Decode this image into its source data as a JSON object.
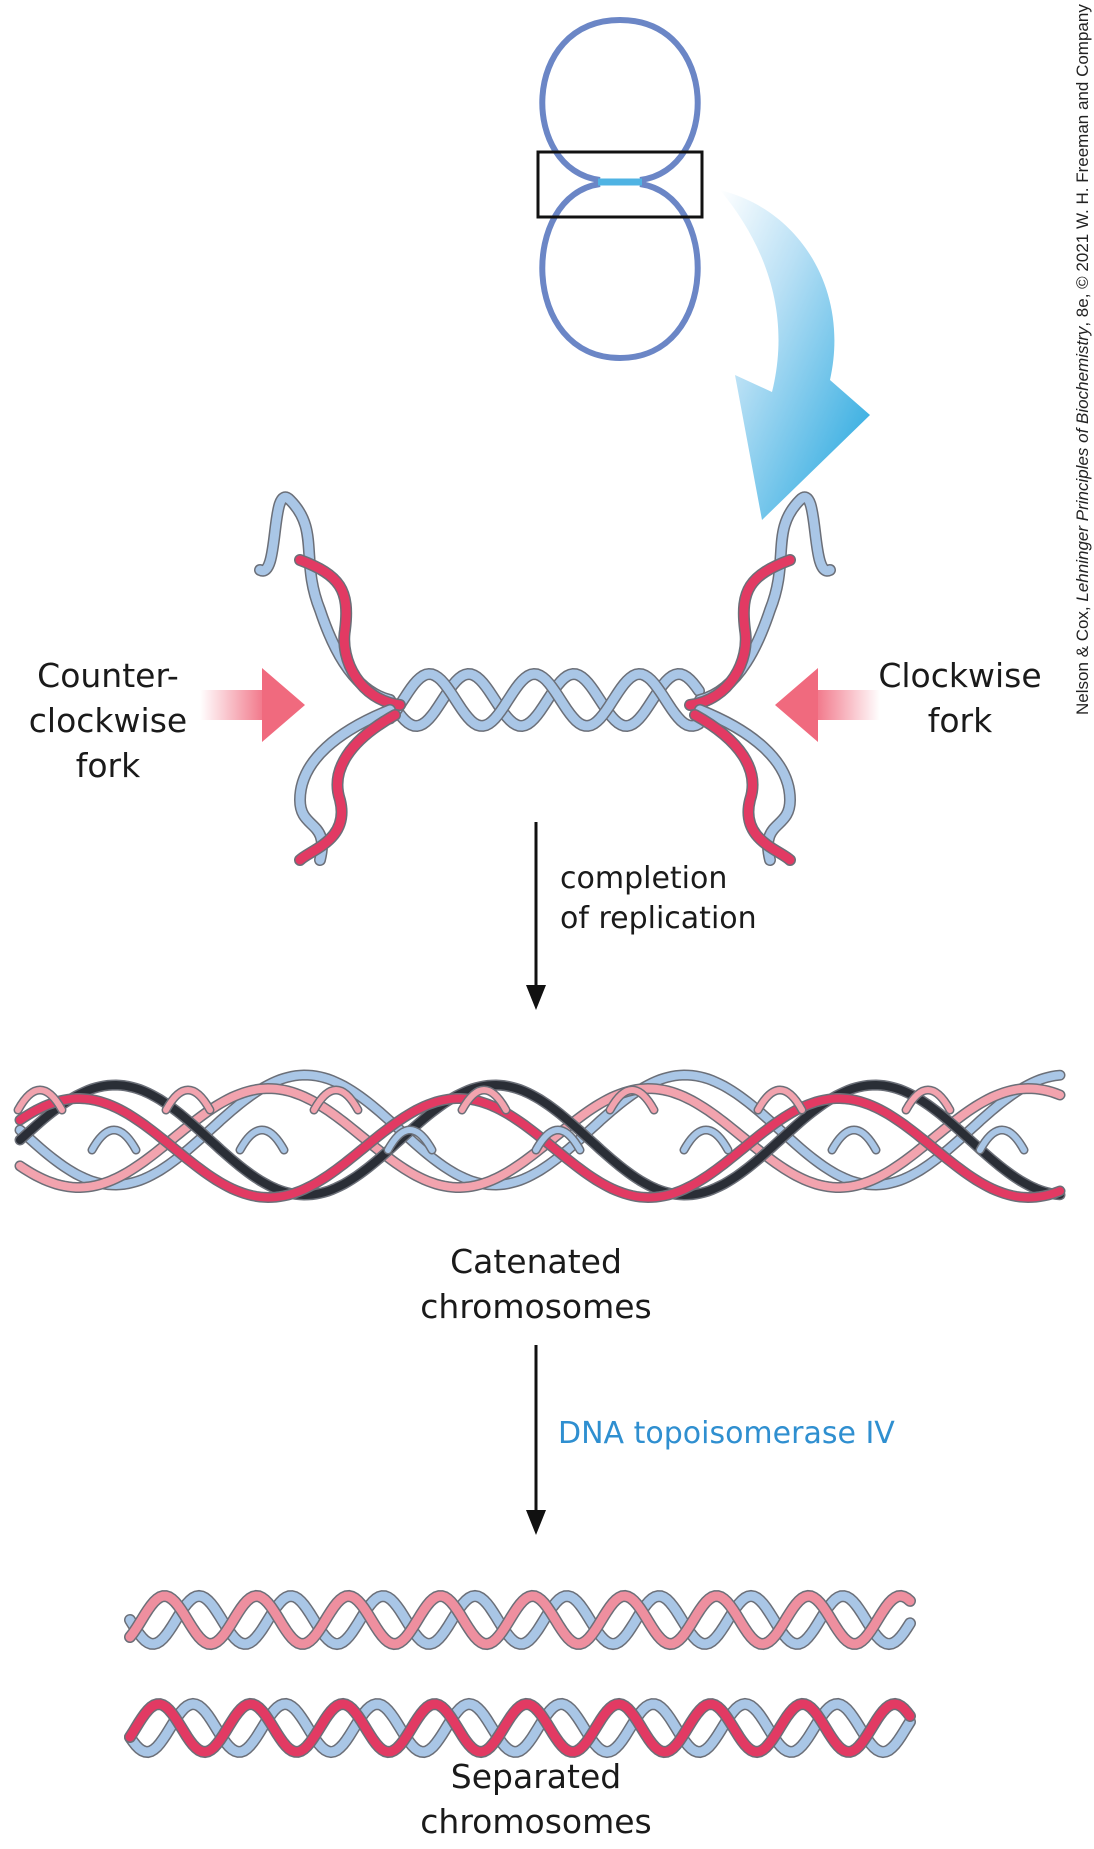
{
  "labels": {
    "counterclockwise_fork": [
      "Counter-",
      "clockwise",
      "fork"
    ],
    "clockwise_fork": [
      "Clockwise",
      "fork"
    ],
    "step1": [
      "completion",
      "of replication"
    ],
    "catenated": [
      "Catenated",
      "chromosomes"
    ],
    "enzyme": "DNA topoisomerase IV",
    "separated": [
      "Separated",
      "chromosomes"
    ]
  },
  "credit": {
    "prefix": "Nelson & Cox, ",
    "book": "Lehninger Principles of Biochemistry",
    "suffix": ", 8e, © 2021 W. H. Freeman and Company"
  },
  "colors": {
    "chromosome_loop": "#6b86c6",
    "terminus_region": "#4fb3e3",
    "parental_strand": "#a9c6e6",
    "daughter_strand": "#e23a63",
    "fork_arrow": "#f06a7e",
    "curved_arrow": "#1aa3dd",
    "enzyme_text": "#2f8fd0"
  }
}
